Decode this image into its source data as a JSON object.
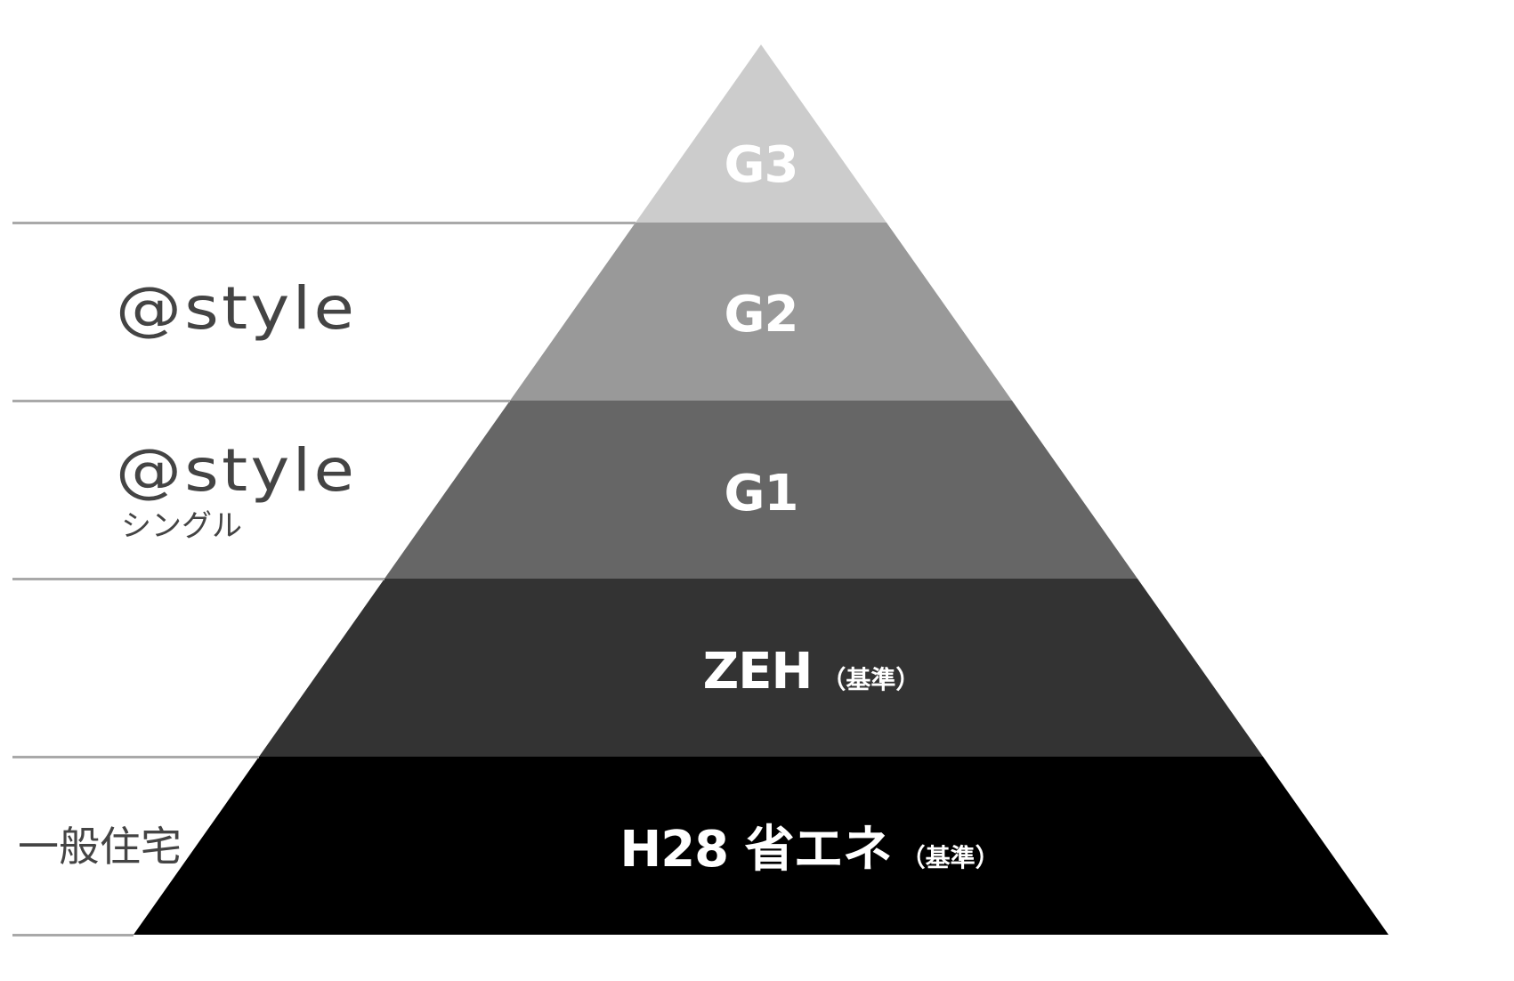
{
  "diagram": {
    "type": "pyramid",
    "tiers": [
      {
        "id": "g3",
        "label": "G3",
        "sub": "",
        "color": "#cccccc"
      },
      {
        "id": "g2",
        "label": "G2",
        "sub": "",
        "color": "#999999"
      },
      {
        "id": "g1",
        "label": "G1",
        "sub": "",
        "color": "#666666"
      },
      {
        "id": "zeh",
        "label": "ZEH",
        "sub": "（基準）",
        "color": "#333333"
      },
      {
        "id": "h28",
        "label": "H28 省エネ",
        "sub": "（基準）",
        "color": "#000000"
      }
    ],
    "left_labels": {
      "g2_band": {
        "brand": "@style"
      },
      "g1_band": {
        "brand": "@style",
        "sub": "シングル"
      },
      "h28_band": {
        "text": "一般住宅"
      }
    },
    "colors": {
      "guide_line": "#a9a9a9",
      "left_text": "#444444",
      "tier_text": "#ffffff"
    }
  }
}
